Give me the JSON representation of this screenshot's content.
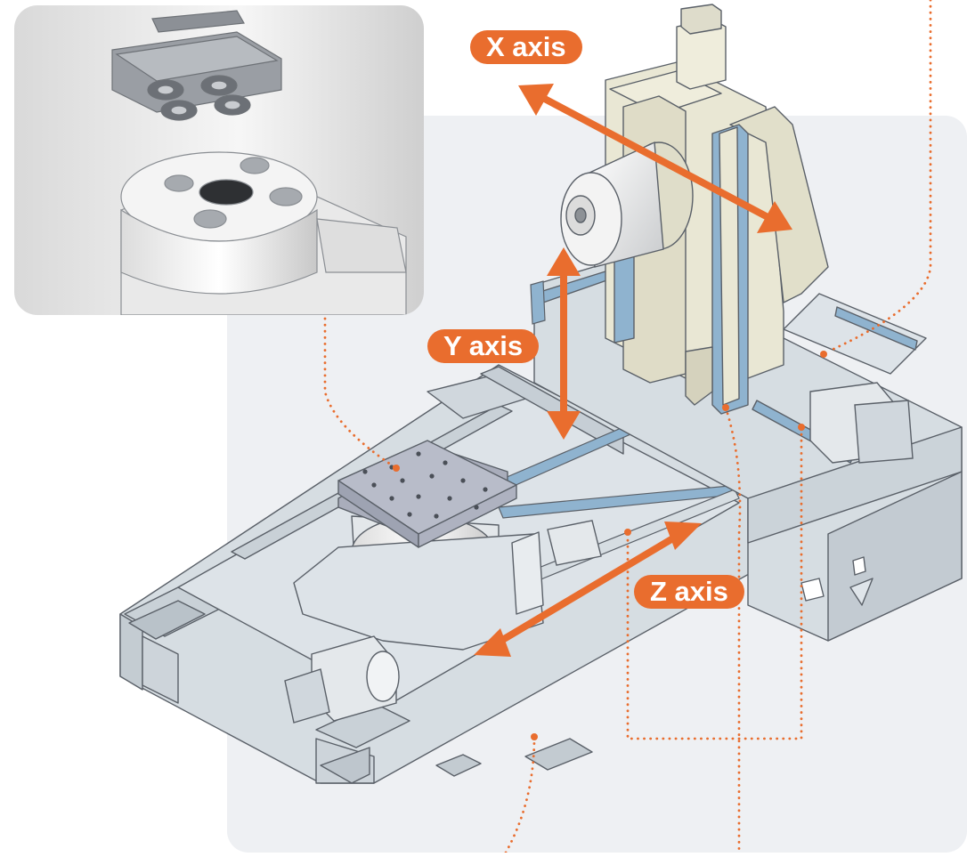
{
  "labels": {
    "x_axis": "X axis",
    "y_axis": "Y axis",
    "z_axis": "Z axis"
  },
  "colors": {
    "accent": "#e96d2e",
    "background_panel": "#eef0f3",
    "machine_body": "#d6dde2",
    "machine_outline": "#5a6068",
    "column": "#e9e7d4",
    "rail": "#8fb3cf",
    "table_top": "#b8bcc9"
  },
  "icons": [
    "arrow-x-axis-icon",
    "arrow-y-axis-icon",
    "arrow-z-axis-icon"
  ]
}
